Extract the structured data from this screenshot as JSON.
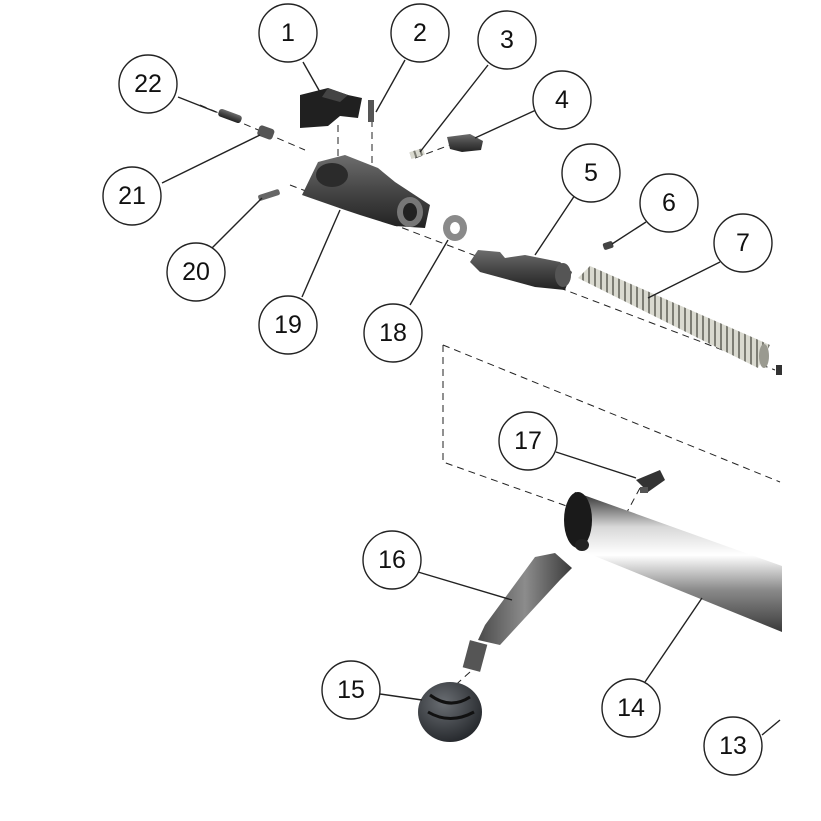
{
  "diagram": {
    "callouts": [
      {
        "label": "1"
      },
      {
        "label": "2"
      },
      {
        "label": "3"
      },
      {
        "label": "4"
      },
      {
        "label": "5"
      },
      {
        "label": "6"
      },
      {
        "label": "7"
      },
      {
        "label": "13"
      },
      {
        "label": "14"
      },
      {
        "label": "15"
      },
      {
        "label": "16"
      },
      {
        "label": "17"
      },
      {
        "label": "18"
      },
      {
        "label": "19"
      },
      {
        "label": "20"
      },
      {
        "label": "21"
      },
      {
        "label": "22"
      }
    ]
  }
}
